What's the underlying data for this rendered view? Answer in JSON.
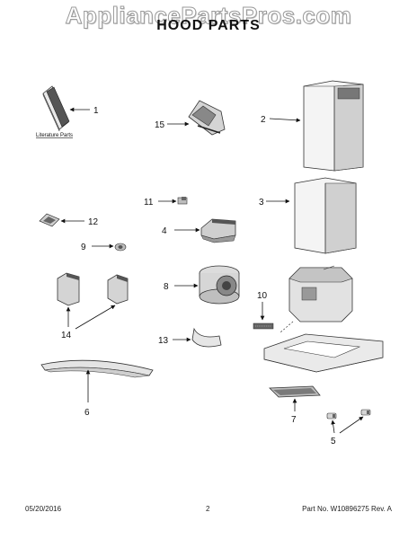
{
  "watermark": "AppliancePartsPros.com",
  "title": "HOOD PARTS",
  "literature_label": "Literature Parts",
  "callouts": {
    "p1": "1",
    "p2": "2",
    "p3": "3",
    "p4": "4",
    "p5": "5",
    "p6": "6",
    "p7": "7",
    "p8": "8",
    "p9": "9",
    "p10": "10",
    "p11": "11",
    "p12": "12",
    "p13": "13",
    "p14": "14",
    "p15": "15"
  },
  "footer": {
    "date": "05/20/2016",
    "page": "2",
    "part_no": "Part No.  W10896275  Rev.  A"
  }
}
